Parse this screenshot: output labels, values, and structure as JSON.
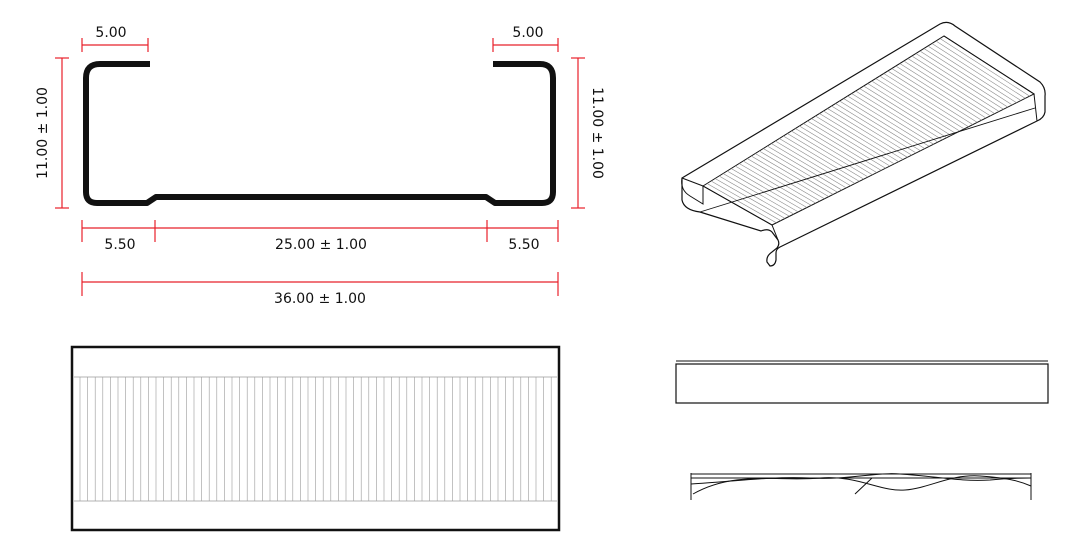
{
  "colors": {
    "dimension": "#e8202a",
    "outline": "#111111",
    "hatch": "#9a9a9a"
  },
  "dimensions": {
    "top_left_flange": "5.00",
    "top_right_flange": "5.00",
    "left_height": "11.00 ± 1.00",
    "right_height": "11.00 ± 1.00",
    "bottom_left": "5.50",
    "bottom_center": "25.00 ± 1.00",
    "bottom_right": "5.50",
    "overall_width": "36.00 ± 1.00"
  }
}
